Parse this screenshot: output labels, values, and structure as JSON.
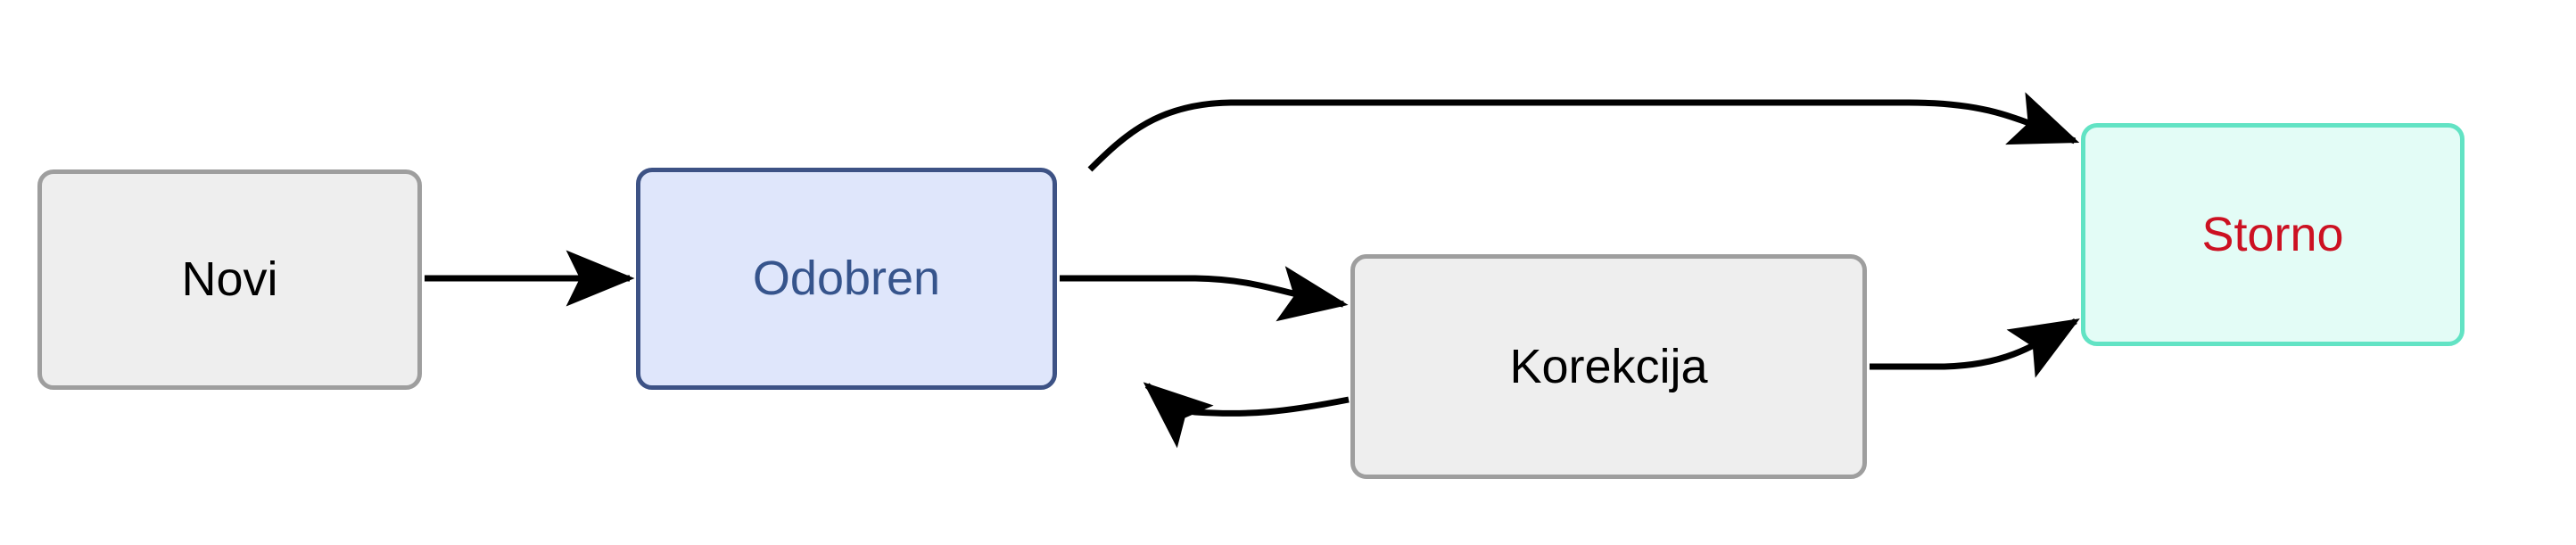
{
  "diagram": {
    "type": "state-flowchart",
    "background_color": "#ffffff",
    "edge_color": "#000000",
    "nodes": [
      {
        "id": "novi",
        "label": "Novi",
        "fill": "#eeeeee",
        "border": "#9e9e9e",
        "text_color": "#000000"
      },
      {
        "id": "odobren",
        "label": "Odobren",
        "fill": "#dfe6fb",
        "border": "#3d5285",
        "text_color": "#36548c"
      },
      {
        "id": "korekcija",
        "label": "Korekcija",
        "fill": "#eeeeee",
        "border": "#9e9e9e",
        "text_color": "#000000"
      },
      {
        "id": "storno",
        "label": "Storno",
        "fill": "#e3fcf6",
        "border": "#62e3c4",
        "text_color": "#cc1122"
      }
    ],
    "edges": [
      {
        "id": "novi-odobren",
        "from": "Novi",
        "to": "Odobren",
        "label": ""
      },
      {
        "id": "odobren-storno",
        "from": "Odobren",
        "to": "Storno",
        "label": ""
      },
      {
        "id": "odobren-korekcija",
        "from": "Odobren",
        "to": "Korekcija",
        "label": ""
      },
      {
        "id": "korekcija-odobren",
        "from": "Korekcija",
        "to": "Odobren",
        "label": ""
      },
      {
        "id": "korekcija-storno",
        "from": "Korekcija",
        "to": "Storno",
        "label": ""
      }
    ]
  }
}
